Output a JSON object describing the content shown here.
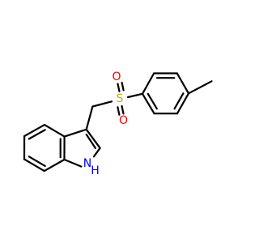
{
  "molecule": {
    "atoms": {
      "sulfur": "S",
      "oxygen_top": "O",
      "oxygen_bottom": "O",
      "nitrogen": "N",
      "nitrogen_hydrogen": "H"
    },
    "colors": {
      "bond": "#000000",
      "sulfur": "#b8b800",
      "oxygen": "#ff0000",
      "nitrogen": "#0000ff"
    }
  }
}
